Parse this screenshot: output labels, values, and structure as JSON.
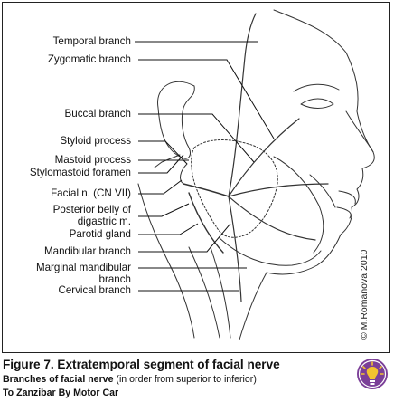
{
  "labels": [
    {
      "id": "temporal",
      "text": "Temporal branch"
    },
    {
      "id": "zygomatic",
      "text": "Zygomatic branch"
    },
    {
      "id": "buccal",
      "text": "Buccal branch"
    },
    {
      "id": "styloid",
      "text": "Styloid process"
    },
    {
      "id": "mastoid",
      "text": "Mastoid process"
    },
    {
      "id": "stylomastoid",
      "text": "Stylomastoid foramen"
    },
    {
      "id": "facial",
      "text": "Facial n. (CN VII)"
    },
    {
      "id": "digastric",
      "text": "Posterior belly of digastric m."
    },
    {
      "id": "parotid",
      "text": "Parotid gland"
    },
    {
      "id": "mandibular",
      "text": "Mandibular branch"
    },
    {
      "id": "marginal",
      "text": "Marginal mandibular branch"
    },
    {
      "id": "cervical",
      "text": "Cervical branch"
    }
  ],
  "credit": "© M.Romanova 2010",
  "caption": {
    "title": "Figure 7. Extratemporal segment of facial nerve",
    "subtitle_bold": "Branches of facial nerve",
    "subtitle_rest": " (in order from superior to inferior)",
    "source": "To Zanzibar By Motor Car"
  },
  "colors": {
    "frame": "#222222",
    "line": "#111111",
    "badge": "#7b3f98",
    "bulb": "#f2c230"
  },
  "badge_icon": "lightbulb-icon"
}
